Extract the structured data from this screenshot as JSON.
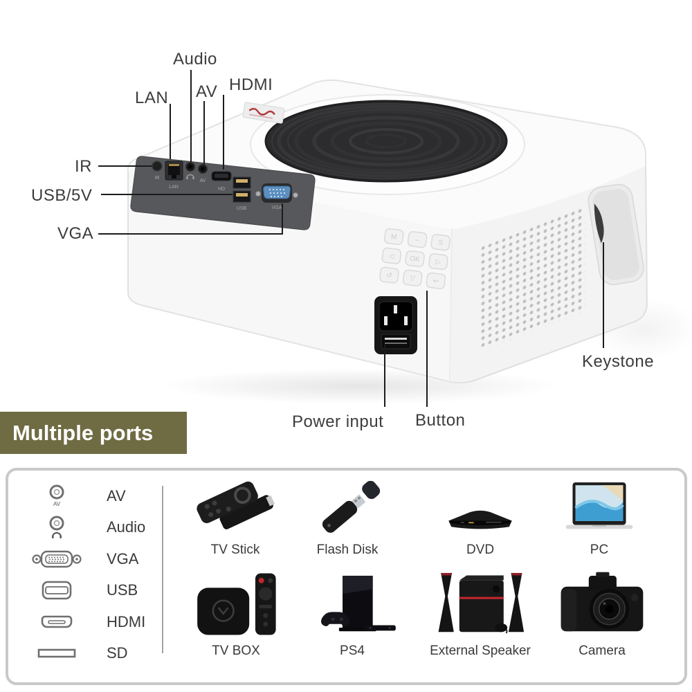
{
  "banner": {
    "label": "Multiple ports",
    "bg": "#6f6b43",
    "fg": "#ffffff"
  },
  "callouts": {
    "audio": "Audio",
    "av": "AV",
    "hdmi": "HDMI",
    "lan": "LAN",
    "ir": "IR",
    "usb5v": "USB/5V",
    "vga": "VGA",
    "keystone": "Keystone",
    "power": "Power input",
    "button": "Button"
  },
  "projector": {
    "panel_port_labels": {
      "ir": "IR",
      "lan": "LAN",
      "hdmi": "HD",
      "usb": "USB",
      "vga": "VGA",
      "av": "AV"
    },
    "keypad_keys": [
      "M",
      "–",
      "S",
      "◁",
      "OK",
      "▷",
      "↺",
      "▽",
      "↩"
    ]
  },
  "legend": {
    "items": [
      {
        "label": "AV",
        "icon": "av-jack-icon",
        "sub": "AV"
      },
      {
        "label": "Audio",
        "icon": "audio-jack-icon"
      },
      {
        "label": "VGA",
        "icon": "vga-connector-icon"
      },
      {
        "label": "USB",
        "icon": "usb-connector-icon"
      },
      {
        "label": "HDMI",
        "icon": "hdmi-connector-icon"
      },
      {
        "label": "SD",
        "icon": "sd-card-icon"
      }
    ]
  },
  "devices": [
    {
      "label": "TV Stick"
    },
    {
      "label": "Flash Disk"
    },
    {
      "label": "DVD"
    },
    {
      "label": "PC"
    },
    {
      "label": "TV BOX"
    },
    {
      "label": "PS4"
    },
    {
      "label": "External Speaker"
    },
    {
      "label": "Camera"
    }
  ],
  "colors": {
    "banner_bg": "#6f6b43",
    "port_panel": "#57585b",
    "vga_blue": "#5b8fc0",
    "accent_red": "#c3272e",
    "panel_border": "#c9c9c9",
    "line": "#1b1b1b"
  }
}
